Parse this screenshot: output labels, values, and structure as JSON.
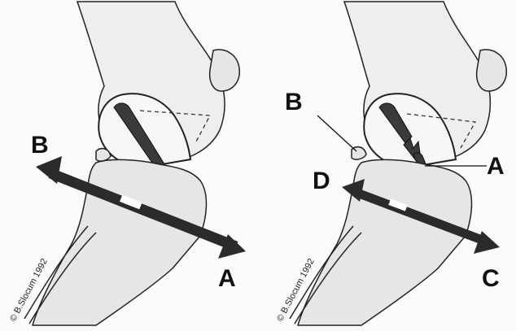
{
  "panels": [
    {
      "labels": {
        "upper_left": "B",
        "lower_right": "A"
      },
      "copyright": "© B.Slocum 1992"
    },
    {
      "labels": {
        "upper_left": "B",
        "right_middle": "A",
        "lower_left": "D",
        "lower_right": "C"
      },
      "copyright": "© B.Slocum 1992"
    }
  ],
  "colors": {
    "bone_fill": "#e6e6e6",
    "outline": "#222222",
    "ligament": "#3a3a3a",
    "arrow_dark": "#4a4a4a",
    "arrow_light": "#ffffff"
  }
}
